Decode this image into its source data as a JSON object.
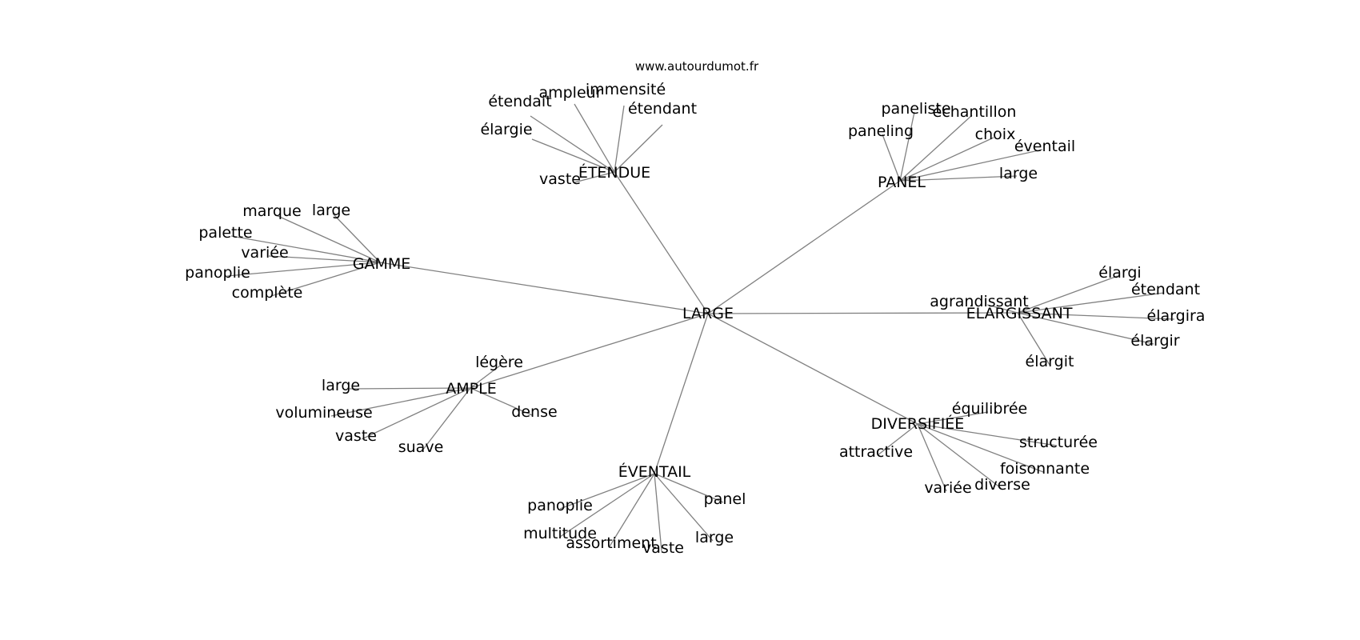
{
  "source_label": "www.autourdumot.fr",
  "root": "LARGE",
  "clusters": [
    {
      "id": "etendue",
      "label": "ÉTENDUE",
      "words": [
        "vaste",
        "élargie",
        "étendait",
        "ampleur",
        "immensité",
        "étendant"
      ]
    },
    {
      "id": "panel",
      "label": "PANEL",
      "words": [
        "paneling",
        "paneliste",
        "échantillon",
        "choix",
        "éventail",
        "large"
      ]
    },
    {
      "id": "gamme",
      "label": "GAMME",
      "words": [
        "marque",
        "large",
        "palette",
        "variée",
        "panoplie",
        "complète"
      ]
    },
    {
      "id": "elargissant",
      "label": "ÉLARGISSANT",
      "words": [
        "agrandissant",
        "élargi",
        "étendant",
        "élargira",
        "élargir",
        "élargit"
      ]
    },
    {
      "id": "ample",
      "label": "AMPLE",
      "words": [
        "légère",
        "large",
        "volumineuse",
        "vaste",
        "suave",
        "dense"
      ]
    },
    {
      "id": "diversifiee",
      "label": "DIVERSIFIÉE",
      "words": [
        "équilibrée",
        "structurée",
        "foisonnante",
        "diverse",
        "variée",
        "attractive"
      ]
    },
    {
      "id": "eventail",
      "label": "ÉVENTAIL",
      "words": [
        "panel",
        "large",
        "vaste",
        "assortiment",
        "multitude",
        "panoplie"
      ]
    }
  ]
}
